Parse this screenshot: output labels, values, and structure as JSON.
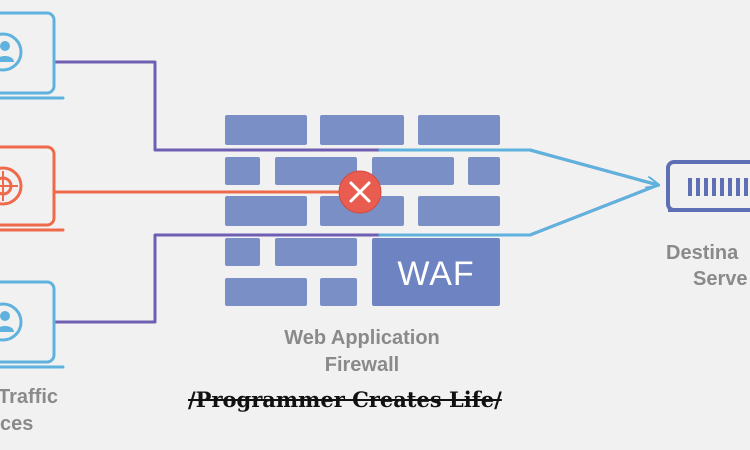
{
  "diagram": {
    "waf_label": "WAF",
    "firewall_label": {
      "line1": "Web Application",
      "line2": "Firewall"
    },
    "destination_label": {
      "line1": "Destina",
      "line2": "Serve"
    },
    "traffic_label": {
      "line1": "Traffic",
      "line2": "ces"
    },
    "blocked_marker": "×",
    "colors": {
      "background": "#f1f1f1",
      "brick": "#7b8fc7",
      "waf_block": "#6e84c2",
      "line_blue": "#6f5fb3",
      "line_cyan": "#5fb2dd",
      "line_orange": "#ef6a4b",
      "laptop_blue": "#5fb2dd",
      "laptop_orange": "#ef6a4b",
      "block_icon": "#e85d50",
      "server": "#5f6fb4",
      "label_gray": "#8a8a8a"
    }
  },
  "watermark": {
    "text": "/Programmer Creates Life/"
  }
}
